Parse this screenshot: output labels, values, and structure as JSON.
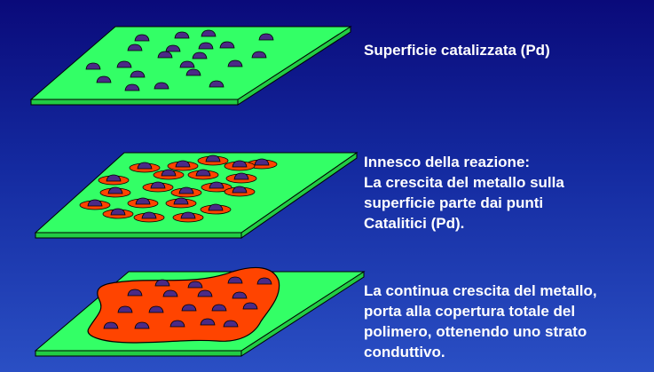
{
  "colors": {
    "background_top": "#0a0a7a",
    "background_bottom": "#2a4fc4",
    "substrate_top": "#33ff66",
    "substrate_edge": "#22cc44",
    "catalyst_dot": "#4b2a86",
    "metal_growth": "#ff4400",
    "caption_text": "#ffffff"
  },
  "stages": [
    {
      "caption_lines": [
        "Superficie catalizzata (Pd)"
      ]
    },
    {
      "caption_lines": [
        "Innesco della reazione:",
        "La crescita del metallo sulla",
        "superficie parte dai punti",
        "Catalitici (Pd)."
      ]
    },
    {
      "caption_lines": [
        "La continua crescita del metallo,",
        "porta alla copertura totale del",
        "polimero, ottenendo uno strato",
        "conduttivo."
      ]
    }
  ]
}
